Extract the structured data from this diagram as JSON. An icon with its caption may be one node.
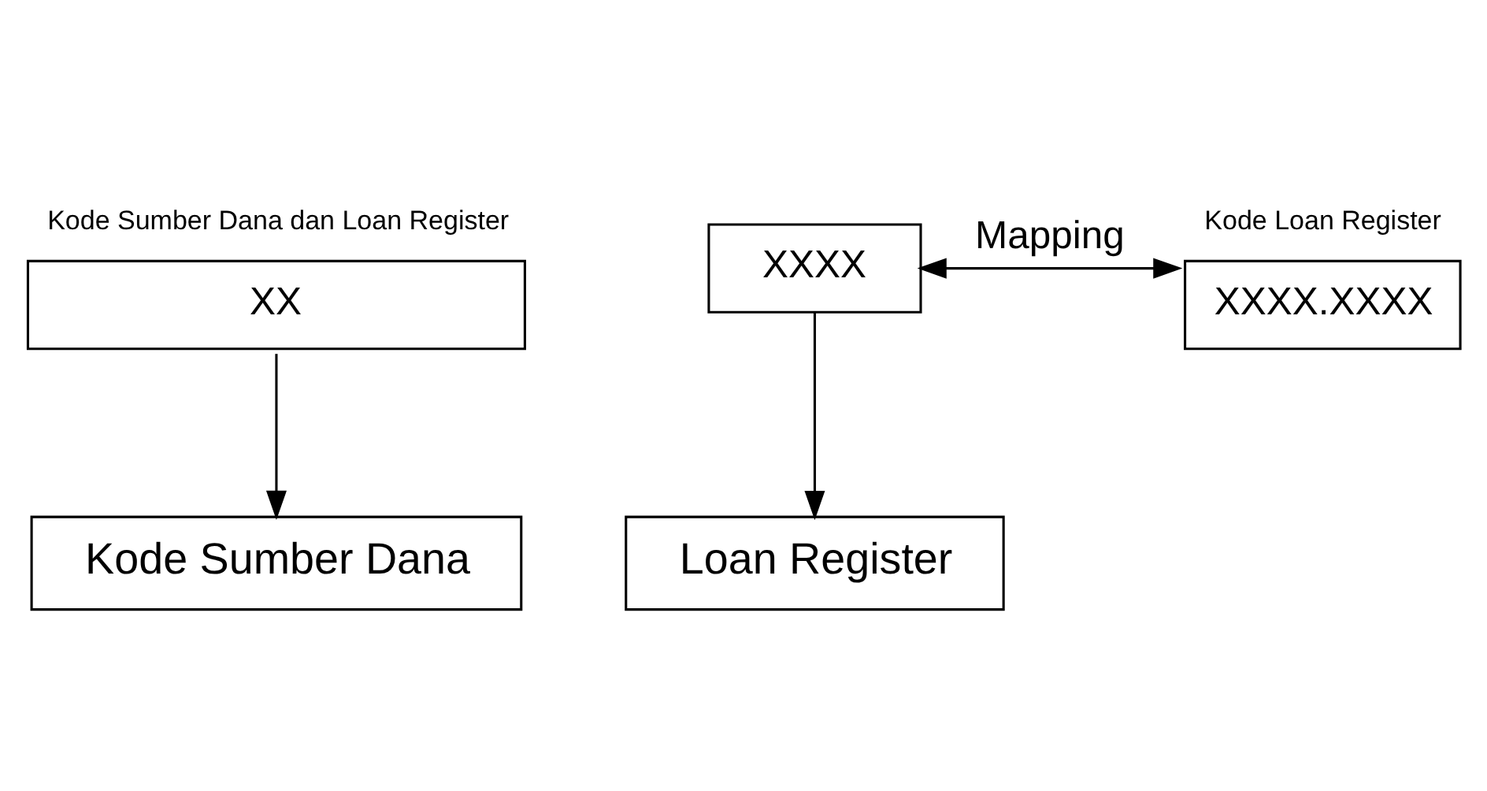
{
  "diagram": {
    "nodes": [
      {
        "text": [
          "XX"
        ],
        "beside": [
          "Kode Sumber Dana dan Loan Register"
        ]
      },
      {
        "text": [
          "XXXX"
        ]
      },
      {
        "text": [
          "XXXX.XXXX"
        ],
        "beside": [
          "Kode Loan Register"
        ]
      },
      {
        "text": [
          "Loan Register"
        ]
      },
      {
        "text": [
          "Kode Sumber Dana"
        ]
      }
    ],
    "edges": [
      {
        "from": 1,
        "to": 2,
        "arrow": "both",
        "label": "Mapping"
      },
      {
        "from": 1,
        "to": 3,
        "arrow": "to"
      },
      {
        "from": 0,
        "to": 4,
        "arrow": "to"
      }
    ]
  }
}
